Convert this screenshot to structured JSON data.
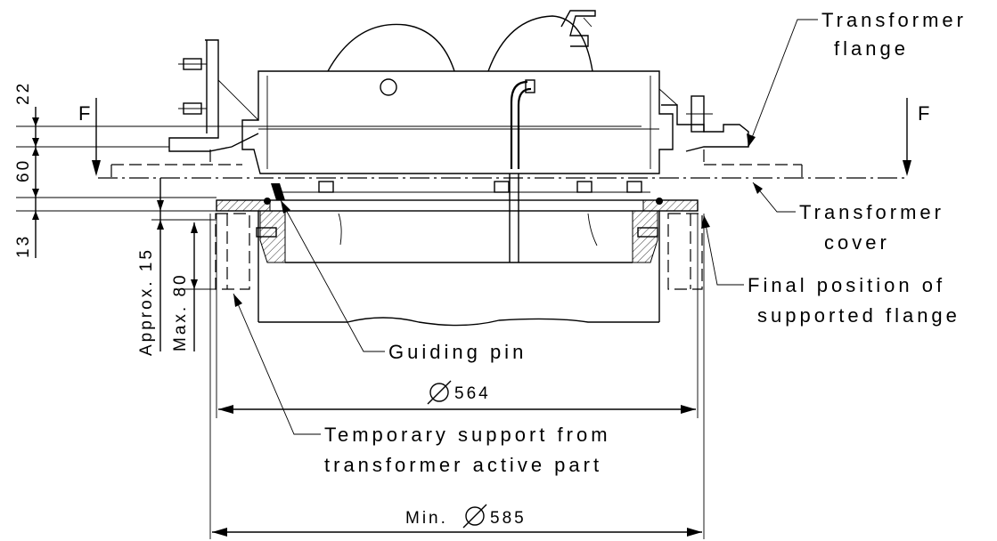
{
  "labels": {
    "transformer_flange_line1": "Transformer",
    "transformer_flange_line2": "flange",
    "transformer_cover_line1": "Transformer",
    "transformer_cover_line2": "cover",
    "final_position_line1": "Final position of",
    "final_position_line2": "supported flange",
    "guiding_pin": "Guiding pin",
    "temporary_support_line1": "Temporary support from",
    "temporary_support_line2": "transformer active part",
    "force_left": "F",
    "force_right": "F"
  },
  "dimensions": {
    "dim_22": "22",
    "dim_60": "60",
    "dim_13": "13",
    "approx_15": "Approx. 15",
    "max_80": "Max. 80",
    "dia_564": "564",
    "dia_585_prefix": "Min.",
    "dia_585": "585"
  }
}
